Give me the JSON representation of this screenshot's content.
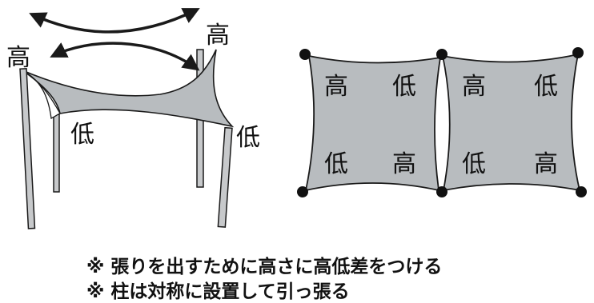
{
  "colors": {
    "sail": "#b8bcbf",
    "stroke": "#1a1a1a",
    "pole": "#c7c9cb",
    "background": "#ffffff"
  },
  "left_figure": {
    "label_high_left": "高",
    "label_high_right": "高",
    "label_low_center": "低",
    "label_low_right": "低",
    "arrow_icon": "curved-double-arrow-icon"
  },
  "right_figure": {
    "square_left": {
      "top_left": "高",
      "top_right": "低",
      "bottom_left": "低",
      "bottom_right": "高"
    },
    "square_right": {
      "top_left": "高",
      "top_right": "低",
      "bottom_left": "低",
      "bottom_right": "高"
    }
  },
  "notes": {
    "line1": "※ 張りを出すために高さに高低差をつける",
    "line2": "※ 柱は対称に設置して引っ張る"
  }
}
